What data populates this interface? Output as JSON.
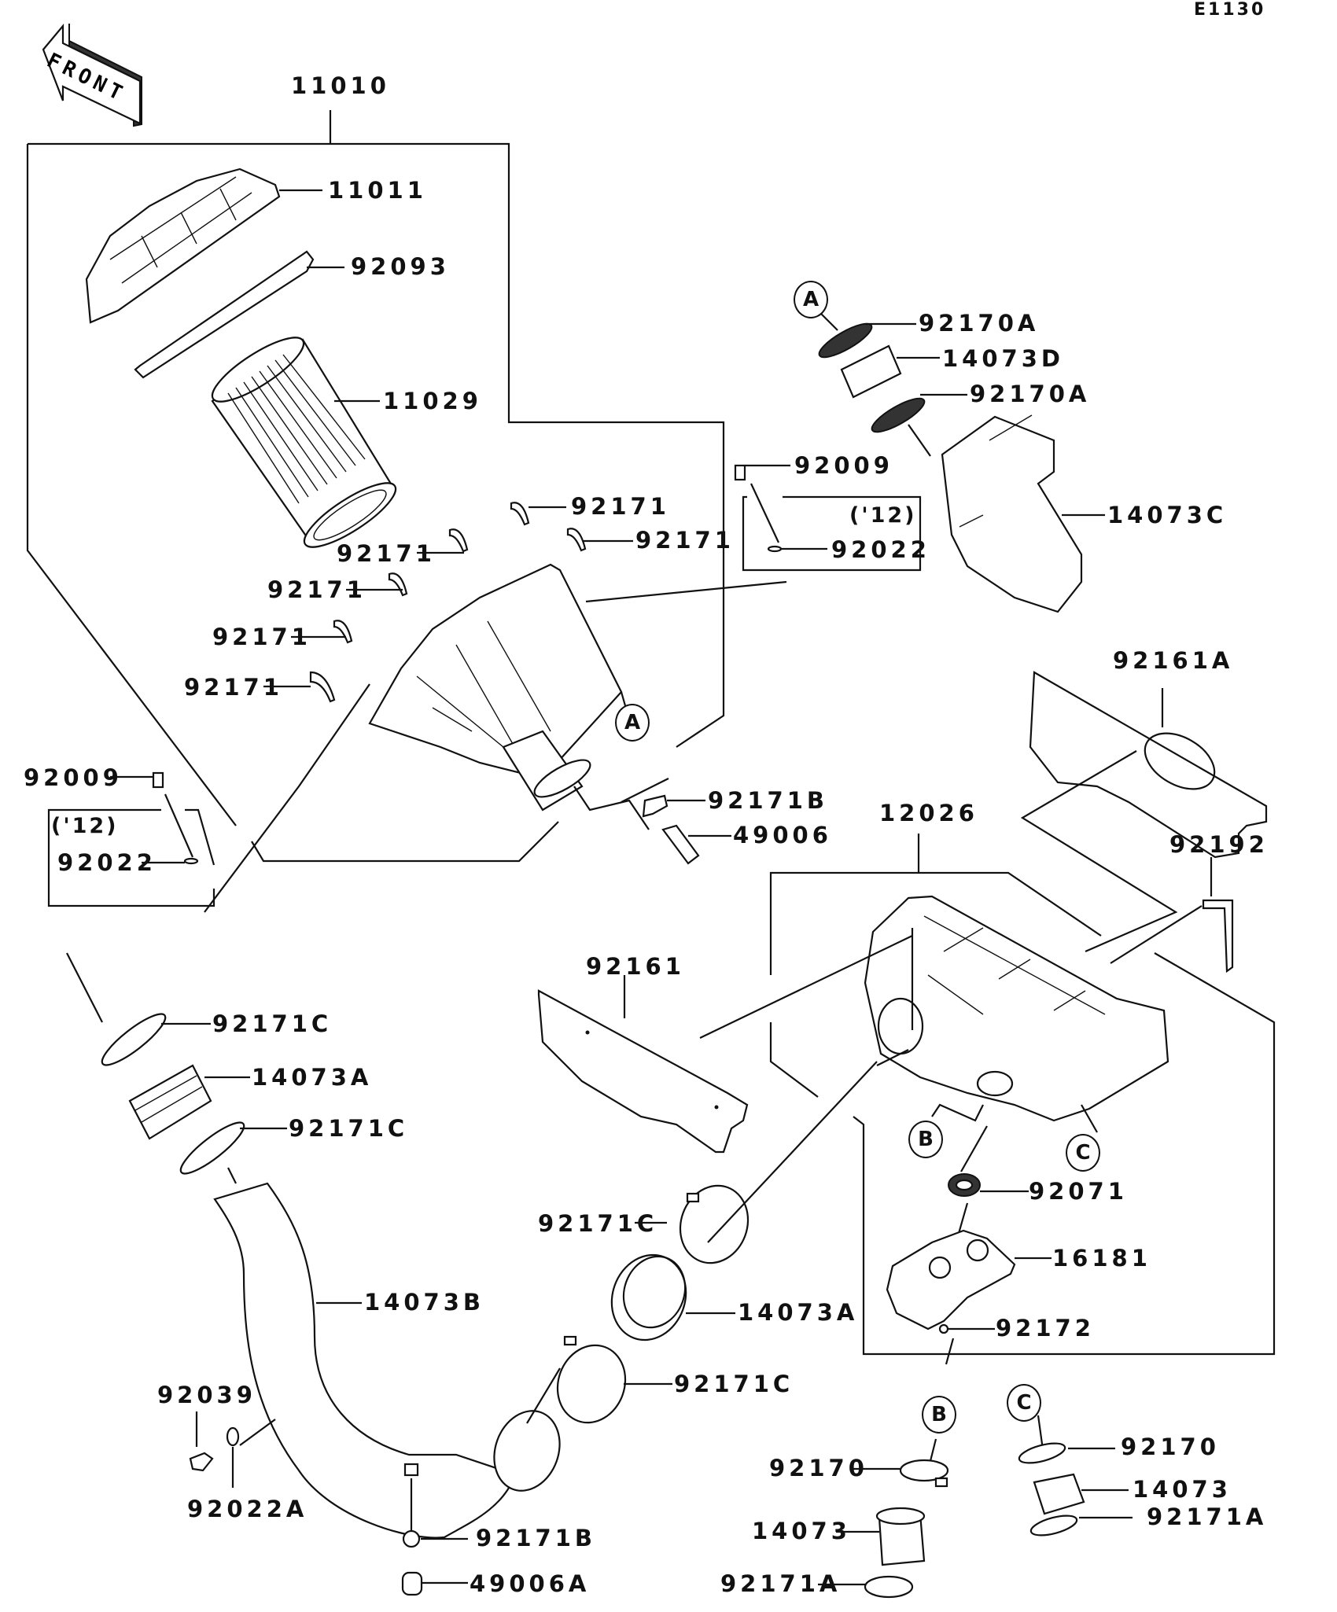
{
  "diagram": {
    "code": "E1130",
    "direction_marker": "FRONT",
    "year_note": "('12)",
    "callouts": {
      "a": "A",
      "b": "B",
      "c": "C"
    },
    "parts": {
      "p11010": "11010",
      "p11011": "11011",
      "p92093": "92093",
      "p11029": "11029",
      "p92171_1": "92171",
      "p92171_2": "92171",
      "p92171_3": "92171",
      "p92171_4": "92171",
      "p92171_5": "92171",
      "p92171_6": "92171",
      "p92009_1": "92009",
      "p92022_1": "92022",
      "p92009_2": "92009",
      "p92022_2": "92022",
      "p92170A_1": "92170A",
      "p14073D": "14073D",
      "p92170A_2": "92170A",
      "p14073C": "14073C",
      "p92161A": "92161A",
      "p92171B_1": "92171B",
      "p49006": "49006",
      "p12026": "12026",
      "p92192": "92192",
      "p92161": "92161",
      "p92171C_1": "92171C",
      "p14073A_1": "14073A",
      "p92171C_2": "92171C",
      "p92071": "92071",
      "p16181": "16181",
      "p92172": "92172",
      "p92171C_3": "92171C",
      "p14073A_2": "14073A",
      "p14073B": "14073B",
      "p92171C_4": "92171C",
      "p92039": "92039",
      "p92022A": "92022A",
      "p92171B_2": "92171B",
      "p49006A": "49006A",
      "p92170_1": "92170",
      "p14073_1": "14073",
      "p92171A_1": "92171A",
      "p92170_2": "92170",
      "p14073_2": "14073",
      "p92171A_2": "92171A"
    }
  }
}
